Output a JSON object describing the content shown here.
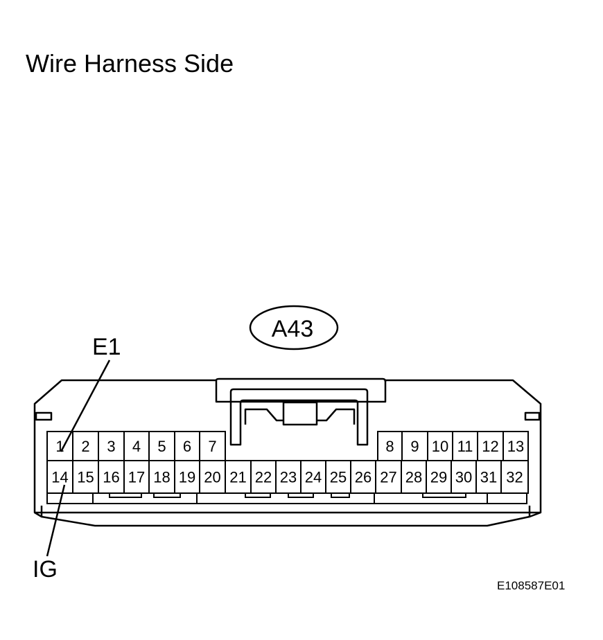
{
  "title": "Wire Harness Side",
  "connector": {
    "id": "A43",
    "top_row": [
      "1",
      "2",
      "3",
      "4",
      "5",
      "6",
      "7",
      "8",
      "9",
      "10",
      "11",
      "12",
      "13"
    ],
    "bottom_row": [
      "14",
      "15",
      "16",
      "17",
      "18",
      "19",
      "20",
      "21",
      "22",
      "23",
      "24",
      "25",
      "26",
      "27",
      "28",
      "29",
      "30",
      "31",
      "32"
    ]
  },
  "callouts": {
    "e1": "E1",
    "ig": "IG"
  },
  "figure_code": "E108587E01"
}
